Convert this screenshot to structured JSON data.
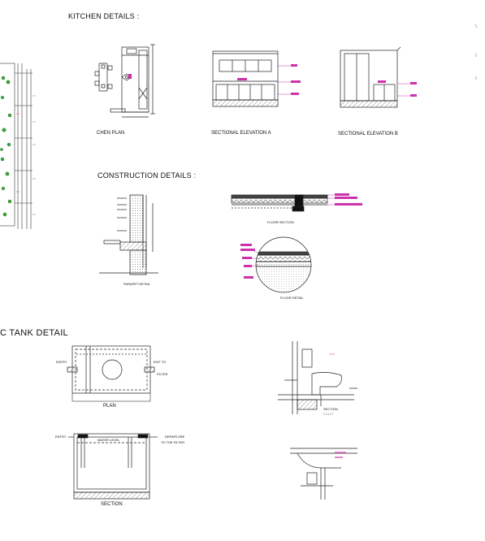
{
  "headings": {
    "kitchen_details": "KITCHEN  DETAILS :",
    "construction_details": "CONSTRUCTION  DETAILS :",
    "tank_detail": "C TANK DETAIL"
  },
  "kitchen": {
    "plan_caption": "CHEN PLAN",
    "elev_a_caption": "SECTIONAL ELEVATION A",
    "elev_b_caption": "SECTIONAL ELEVATION B"
  },
  "construction": {
    "parapet_caption": "PARAPET DETAIL",
    "floor_section_caption": "FLOOR SECTION",
    "floor_detail_caption": "FLOOR DETAIL"
  },
  "tank": {
    "plan_caption": "PLAN",
    "section_caption": "SECTION",
    "entry_label": "ENTRY",
    "exit_label": "EXIT TO",
    "exit_label_2": "FILTER",
    "water_level_label": "WATER LEVEL",
    "departure_label": "DEPARTURE",
    "departure_label_2": "TO THE FILTER"
  },
  "toilet": {
    "section_caption": "SECTION",
    "toilet_caption": "TOILET"
  },
  "colors": {
    "line": "#111111",
    "annotation": "#cc33aa",
    "vegetation": "#3aa33a",
    "hatch": "#666666"
  }
}
